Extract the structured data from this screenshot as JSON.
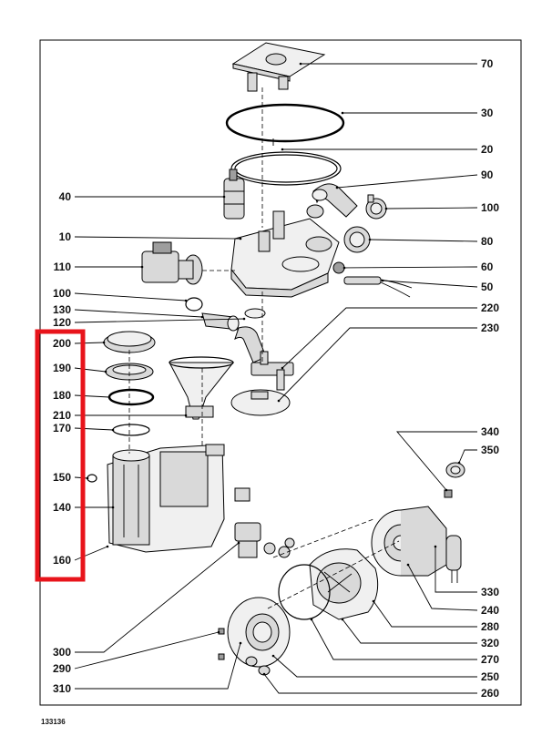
{
  "document_id": "133136",
  "highlight_color": "#e8141b",
  "callouts_right": [
    "70",
    "30",
    "20",
    "90",
    "100",
    "80",
    "60",
    "50",
    "220",
    "230",
    "340",
    "350",
    "330",
    "240",
    "280",
    "320",
    "270",
    "250",
    "260"
  ],
  "callouts_left": [
    "40",
    "10",
    "110",
    "100",
    "130",
    "120",
    "200",
    "190",
    "180",
    "210",
    "170",
    "150",
    "140",
    "160",
    "300",
    "290",
    "310"
  ],
  "highlighted_callouts": [
    "200",
    "190",
    "180",
    "170",
    "150",
    "140",
    "160"
  ]
}
